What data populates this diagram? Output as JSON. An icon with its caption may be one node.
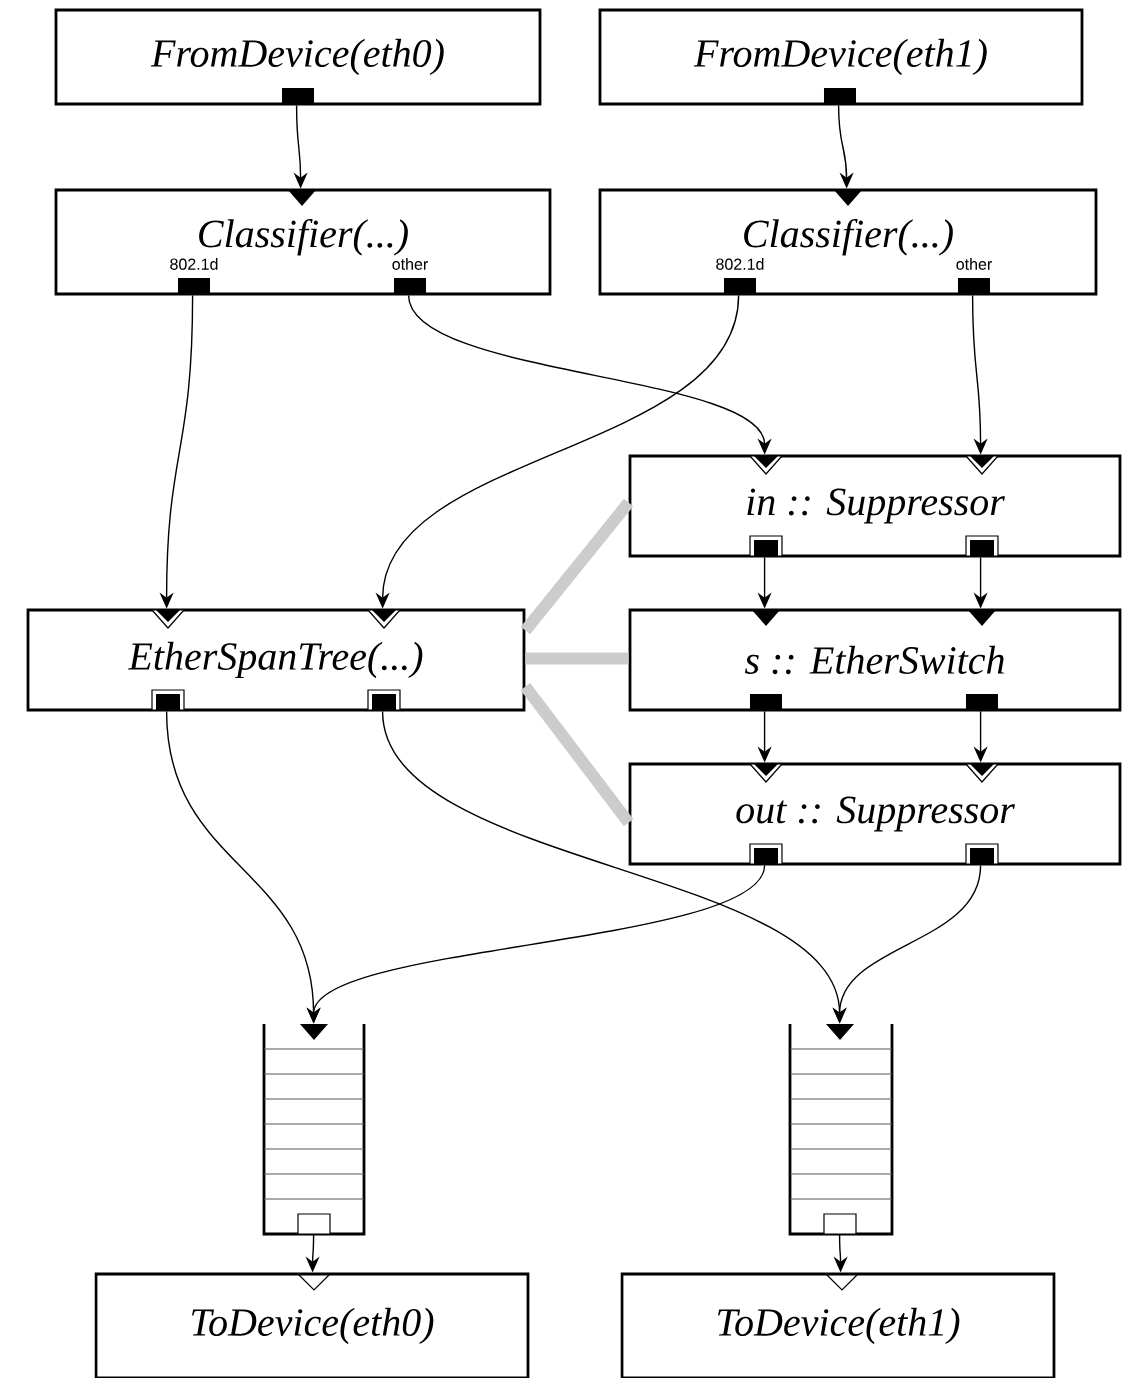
{
  "diagram": {
    "nodes": [
      {
        "text": [
          "FromDevice(eth0)"
        ]
      },
      {
        "text": [
          "FromDevice(eth1)"
        ]
      },
      {
        "text": [
          "Classifier(...)",
          "802.1d",
          "other"
        ]
      },
      {
        "text": [
          "Classifier(...)",
          "802.1d",
          "other"
        ]
      },
      {
        "text": [
          "in :: Suppressor"
        ]
      },
      {
        "text": [
          "EtherSpanTree(...)"
        ]
      },
      {
        "text": [
          "s :: EtherSwitch"
        ]
      },
      {
        "text": [
          "out :: Suppressor"
        ]
      },
      {
        "text": [],
        "shape": "queue"
      },
      {
        "text": [],
        "shape": "queue"
      },
      {
        "text": [
          "ToDevice(eth0)"
        ]
      },
      {
        "text": [
          "ToDevice(eth1)"
        ]
      }
    ],
    "edges": [
      {
        "from": 0,
        "to": 2,
        "arrow": "to"
      },
      {
        "from": 1,
        "to": 3,
        "arrow": "to"
      },
      {
        "from": 2,
        "to": 5,
        "arrow": "to"
      },
      {
        "from": 2,
        "to": 4,
        "arrow": "to"
      },
      {
        "from": 3,
        "to": 5,
        "arrow": "to"
      },
      {
        "from": 3,
        "to": 4,
        "arrow": "to"
      },
      {
        "from": 4,
        "to": 6,
        "arrow": "to"
      },
      {
        "from": 4,
        "to": 6,
        "arrow": "to"
      },
      {
        "from": 6,
        "to": 7,
        "arrow": "to"
      },
      {
        "from": 6,
        "to": 7,
        "arrow": "to"
      },
      {
        "from": 5,
        "to": 8,
        "arrow": "to"
      },
      {
        "from": 5,
        "to": 9,
        "arrow": "to"
      },
      {
        "from": 7,
        "to": 8,
        "arrow": "to"
      },
      {
        "from": 7,
        "to": 9,
        "arrow": "to"
      },
      {
        "from": 8,
        "to": 10,
        "arrow": "to"
      },
      {
        "from": 9,
        "to": 11,
        "arrow": "to"
      },
      {
        "from": 5,
        "to": 4,
        "arrow": "none",
        "style": "thick",
        "color": "#cccccc"
      },
      {
        "from": 5,
        "to": 6,
        "arrow": "none",
        "style": "thick",
        "color": "#cccccc"
      },
      {
        "from": 5,
        "to": 7,
        "arrow": "none",
        "style": "thick",
        "color": "#cccccc"
      }
    ]
  }
}
